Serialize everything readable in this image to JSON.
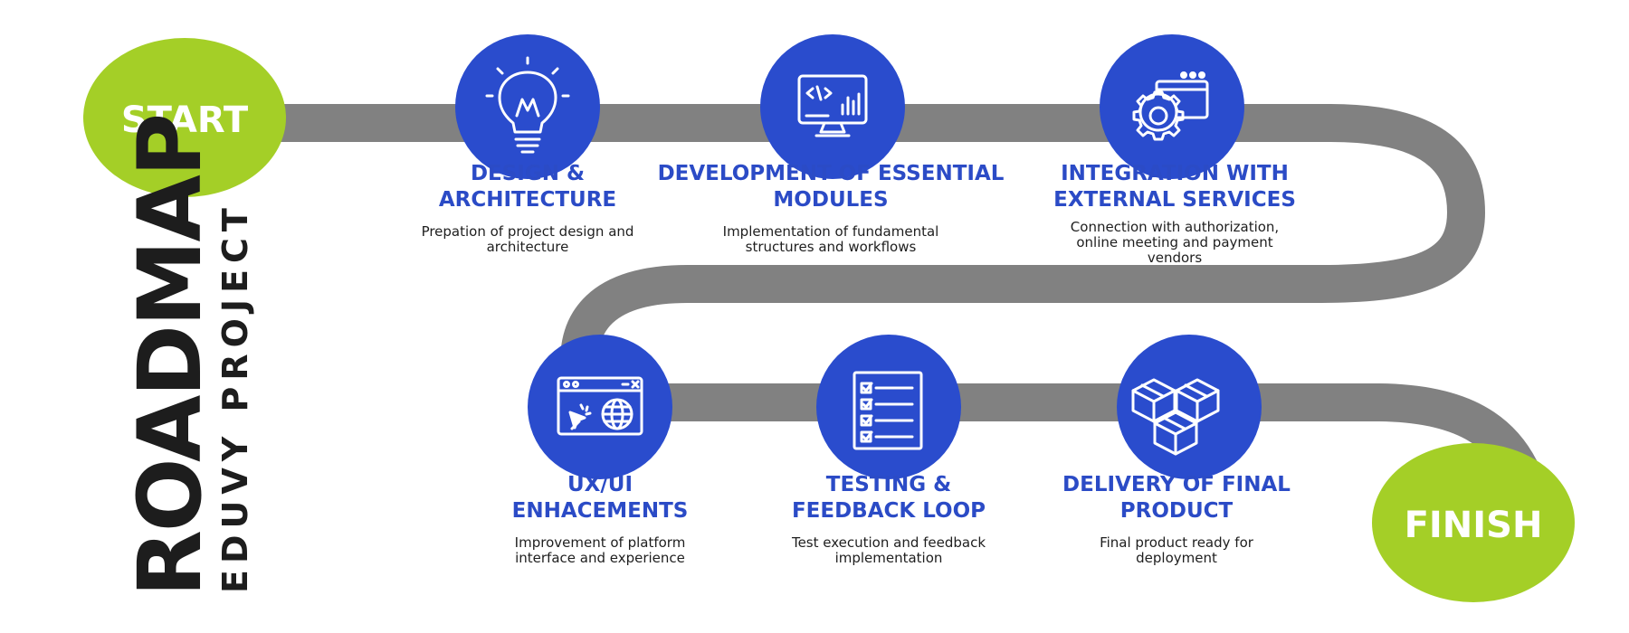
{
  "roadmap": {
    "title": "ROADMAP",
    "subtitle": "EDUVY PROJECT",
    "start_label": "START",
    "finish_label": "FINISH"
  },
  "colors": {
    "road": "#818181",
    "circle": "#2a4ccd",
    "endcap": "#a4cf27",
    "heading": "#2b4bc6",
    "text": "#1e1e1e"
  },
  "steps": [
    {
      "icon": "lightbulb-icon",
      "title_line1": "DESIGN &",
      "title_line2": "ARCHITECTURE",
      "desc_line1": "Prepation of project design and",
      "desc_line2": "architecture",
      "desc_line3": ""
    },
    {
      "icon": "code-monitor-icon",
      "title_line1": "DEVELOPMENT OF ESSENTIAL",
      "title_line2": "MODULES",
      "desc_line1": "Implementation of fundamental",
      "desc_line2": "structures and workflows",
      "desc_line3": ""
    },
    {
      "icon": "gear-window-icon",
      "title_line1": "INTEGRATION WITH",
      "title_line2": "EXTERNAL SERVICES",
      "desc_line1": "Connection with authorization,",
      "desc_line2": "online meeting and payment",
      "desc_line3": "vendors"
    },
    {
      "icon": "browser-globe-icon",
      "title_line1": "UX/UI",
      "title_line2": "ENHACEMENTS",
      "desc_line1": "Improvement of platform",
      "desc_line2": "interface and experience",
      "desc_line3": ""
    },
    {
      "icon": "checklist-icon",
      "title_line1": "TESTING &",
      "title_line2": "FEEDBACK LOOP",
      "desc_line1": "Test execution and feedback",
      "desc_line2": "implementation",
      "desc_line3": ""
    },
    {
      "icon": "boxes-icon",
      "title_line1": "DELIVERY OF FINAL",
      "title_line2": "PRODUCT",
      "desc_line1": "Final product ready for",
      "desc_line2": "deployment",
      "desc_line3": ""
    }
  ]
}
